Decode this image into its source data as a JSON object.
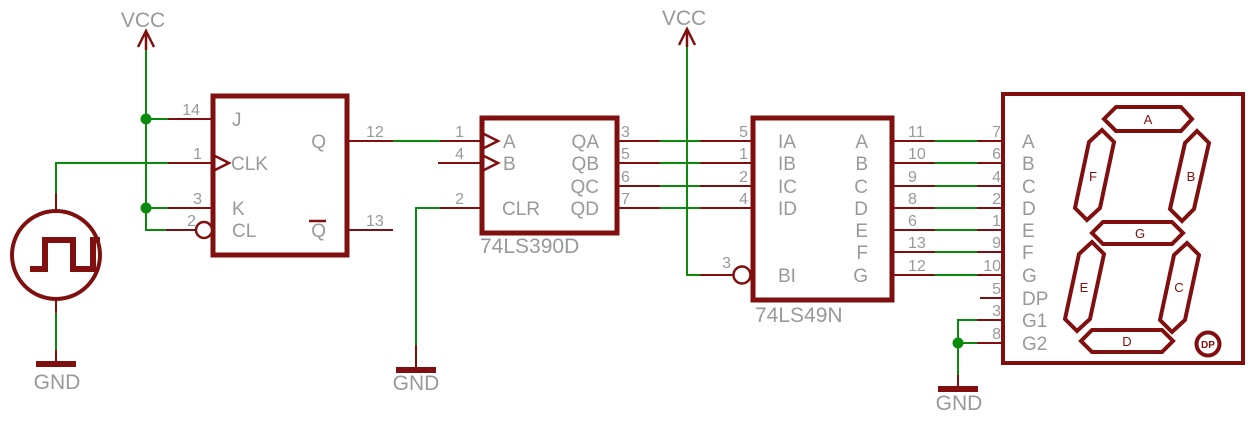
{
  "colors": {
    "wire": "#0b8b0b",
    "part": "#800f0f",
    "text": "#97999c"
  },
  "labels": {
    "vcc": "VCC",
    "gnd": "GND"
  },
  "jk": {
    "pins": {
      "j": {
        "num": "14",
        "name": "J"
      },
      "clk": {
        "num": "1",
        "name": "CLK"
      },
      "k": {
        "num": "3",
        "name": "K"
      },
      "cl": {
        "num": "2",
        "name": "CL"
      },
      "q": {
        "num": "12",
        "name": "Q"
      },
      "qbar": {
        "num": "13",
        "name": "Q"
      }
    }
  },
  "counter": {
    "label": "74LS390D",
    "pins": {
      "a": {
        "num": "1",
        "name": "A"
      },
      "b": {
        "num": "4",
        "name": "B"
      },
      "clr": {
        "num": "2",
        "name": "CLR"
      },
      "qa": {
        "num": "3",
        "name": "QA"
      },
      "qb": {
        "num": "5",
        "name": "QB"
      },
      "qc": {
        "num": "6",
        "name": "QC"
      },
      "qd": {
        "num": "7",
        "name": "QD"
      }
    }
  },
  "decoder": {
    "label": "74LS49N",
    "pins": {
      "ia": {
        "num": "5",
        "name": "IA"
      },
      "ib": {
        "num": "1",
        "name": "IB"
      },
      "ic": {
        "num": "2",
        "name": "IC"
      },
      "id": {
        "num": "4",
        "name": "ID"
      },
      "bi": {
        "num": "3",
        "name": "BI"
      },
      "a": {
        "num": "11",
        "name": "A"
      },
      "b": {
        "num": "10",
        "name": "B"
      },
      "c": {
        "num": "9",
        "name": "C"
      },
      "d": {
        "num": "8",
        "name": "D"
      },
      "e": {
        "num": "6",
        "name": "E"
      },
      "f": {
        "num": "13",
        "name": "F"
      },
      "g": {
        "num": "12",
        "name": "G"
      }
    }
  },
  "display": {
    "pins": [
      {
        "num": "7",
        "name": "A"
      },
      {
        "num": "6",
        "name": "B"
      },
      {
        "num": "4",
        "name": "C"
      },
      {
        "num": "2",
        "name": "D"
      },
      {
        "num": "1",
        "name": "E"
      },
      {
        "num": "9",
        "name": "F"
      },
      {
        "num": "10",
        "name": "G"
      },
      {
        "num": "5",
        "name": "DP"
      },
      {
        "num": "3",
        "name": "G1"
      },
      {
        "num": "8",
        "name": "G2"
      }
    ],
    "segments": {
      "a": "A",
      "b": "B",
      "c": "C",
      "d": "D",
      "e": "E",
      "f": "F",
      "g": "G",
      "dp": "DP"
    }
  }
}
